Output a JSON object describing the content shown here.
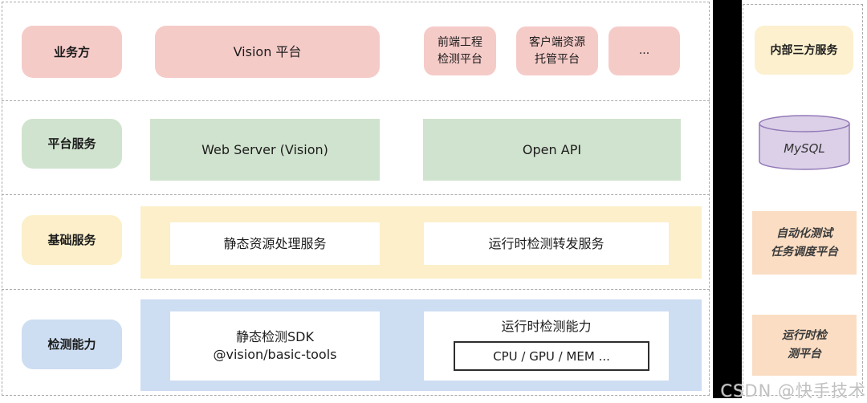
{
  "colors": {
    "pink": "#F5CBC8",
    "green": "#D0E3CE",
    "cream": "#FCEFC9",
    "blue": "#CDDDF2",
    "peach": "#FADDC3",
    "purple_fill": "#DBD0E8",
    "purple_stroke": "#9379B7"
  },
  "row_business": {
    "label": "业务方",
    "vision_platform": "Vision 平台",
    "frontend_check_line1": "前端工程",
    "frontend_check_line2": "检测平台",
    "client_resource_line1": "客户端资源",
    "client_resource_line2": "托管平台",
    "more": "..."
  },
  "row_platform": {
    "label": "平台服务",
    "web_server": "Web Server (Vision)",
    "open_api": "Open API"
  },
  "row_basic": {
    "label": "基础服务",
    "static_resource_service": "静态资源处理服务",
    "runtime_forward_service": "运行时检测转发服务"
  },
  "row_detect": {
    "label": "检测能力",
    "static_sdk_line1": "静态检测SDK",
    "static_sdk_line2": "@vision/basic-tools",
    "runtime_capability_title": "运行时检测能力",
    "runtime_metrics": "CPU / GPU / MEM ..."
  },
  "sidebar": {
    "internal_services": "内部三方服务",
    "mysql": "MySQL",
    "autotest_line1": "自动化测试",
    "autotest_line2": "任务调度平台",
    "runtime_platform_line1": "运行时检",
    "runtime_platform_line2": "测平台"
  },
  "watermark": "CSDN @快手技术"
}
